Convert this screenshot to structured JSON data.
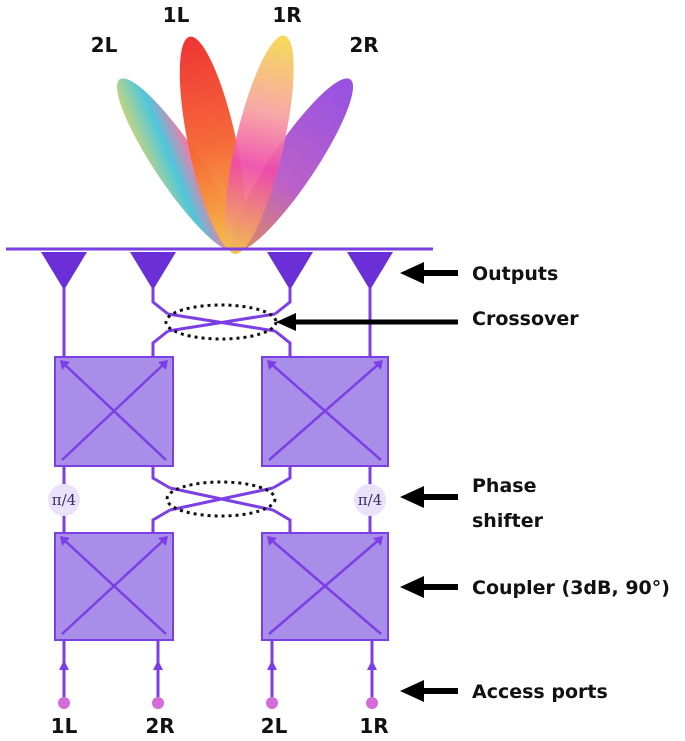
{
  "beams": [
    {
      "label": "2L"
    },
    {
      "label": "1L"
    },
    {
      "label": "1R"
    },
    {
      "label": "2R"
    }
  ],
  "annotations": {
    "outputs": "Outputs",
    "crossover": "Crossover",
    "phase_shifter_line1": "Phase",
    "phase_shifter_line2": "shifter",
    "coupler": "Coupler (3dB, 90°)",
    "access_ports": "Access ports"
  },
  "phase_shifters": [
    {
      "label": "π/4"
    },
    {
      "label": "π/4"
    }
  ],
  "ports": [
    {
      "label": "1L"
    },
    {
      "label": "2R"
    },
    {
      "label": "2L"
    },
    {
      "label": "1R"
    }
  ],
  "colors": {
    "structure": "#7b3fe4",
    "block_fill": "#a98ee9",
    "port_dot": "#d46bd9",
    "phase_circle": "#e9e2fa",
    "arrow": "#000000"
  }
}
